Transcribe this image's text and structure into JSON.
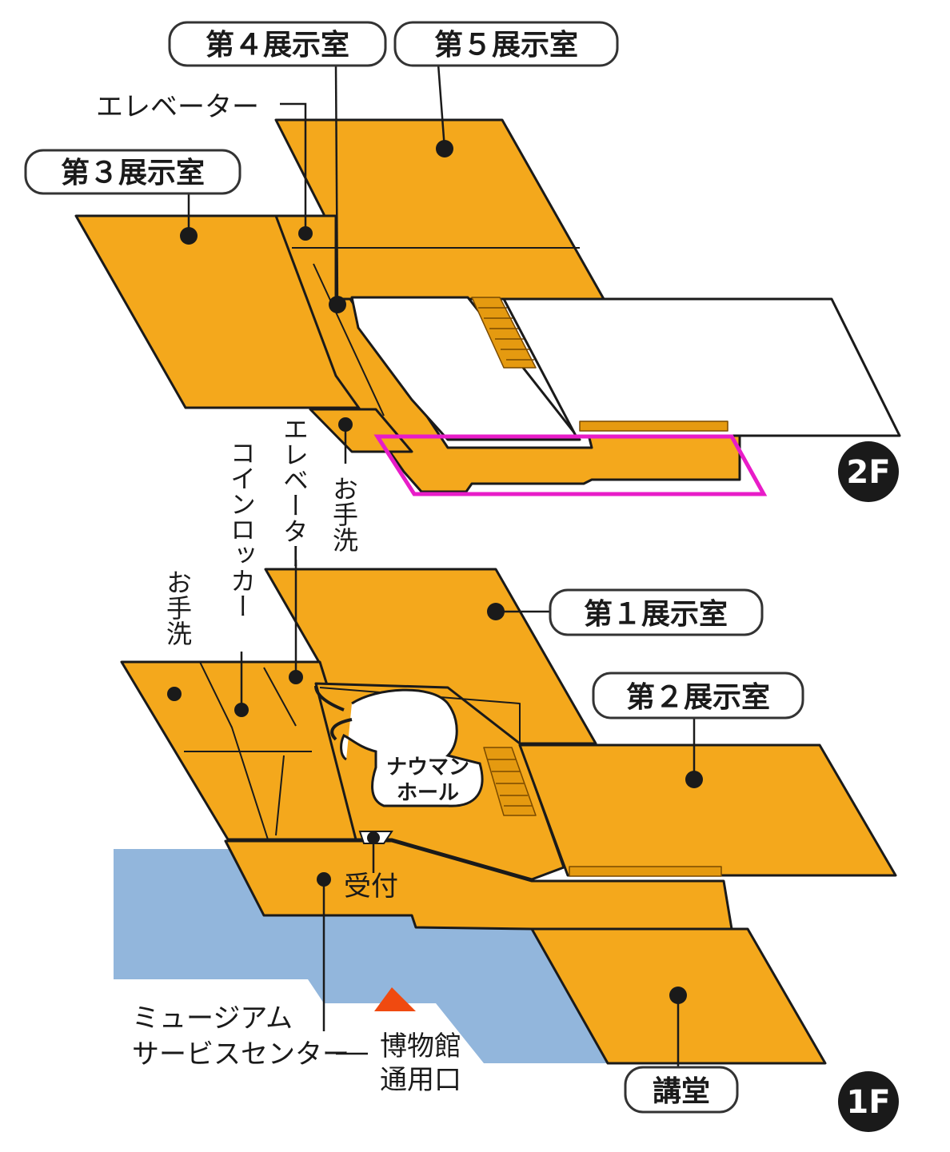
{
  "colors": {
    "room_fill": "#F4A81C",
    "water": "#92B6DC",
    "highlight": "#E81CC8",
    "entrance_marker": "#F04A10",
    "outline": "#1a1a1a"
  },
  "floor_2f": {
    "badge": "2F",
    "exhibit_room_3": "第３展示室",
    "exhibit_room_4": "第４展示室",
    "exhibit_room_5": "第５展示室",
    "elevator": "エレベーター",
    "elevator_vertical": "エレベーター",
    "restroom": "お手洗"
  },
  "floor_1f": {
    "badge": "1F",
    "exhibit_room_1": "第１展示室",
    "exhibit_room_2": "第２展示室",
    "auditorium": "講堂",
    "restroom": "お手洗",
    "coin_locker": "コインロッカー",
    "reception": "受付",
    "naumann_hall_line1": "ナウマン",
    "naumann_hall_line2": "ホール",
    "museum_service_line1": "ミュージアム",
    "museum_service_line2": "サービスセンター",
    "entrance_line1": "博物館",
    "entrance_line2": "通用口"
  },
  "icons": [
    "elephant-icon",
    "entrance-triangle-icon",
    "location-dot-icon"
  ]
}
